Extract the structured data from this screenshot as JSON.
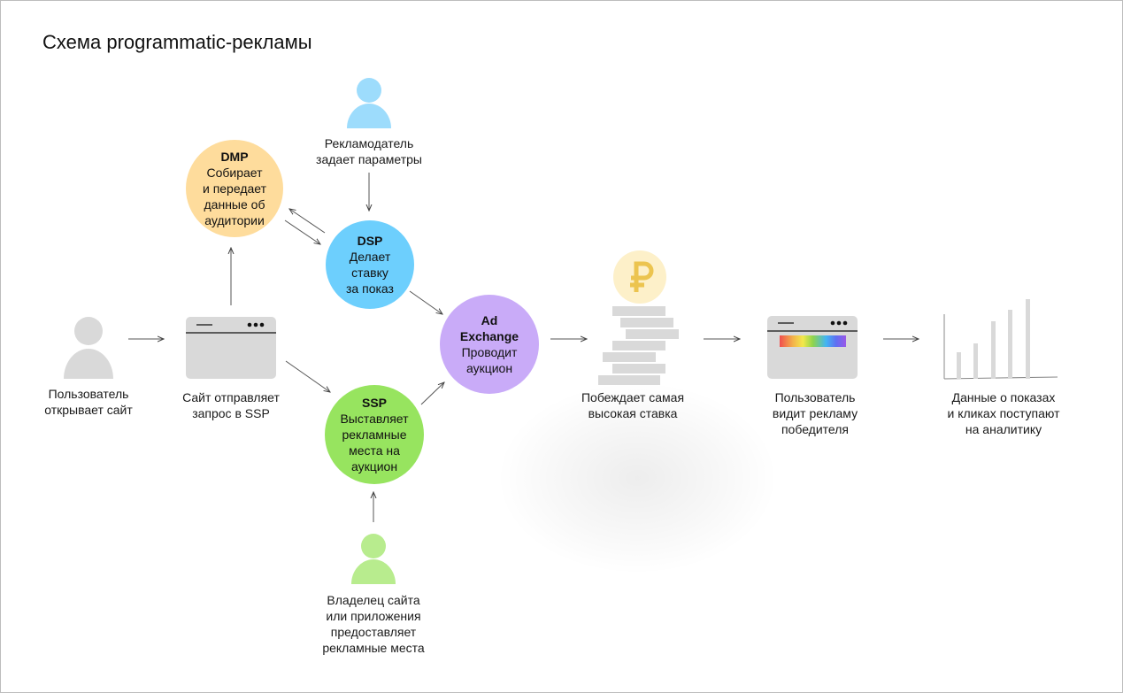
{
  "title": "Схема programmatic-рекламы",
  "nodes": {
    "advertiser": {
      "label_1": "Рекламодатель",
      "label_2": "задает параметры"
    },
    "dmp": {
      "name": "DMP",
      "line_1": "Собирает",
      "line_2": "и передает",
      "line_3": "данные об",
      "line_4": "аудитории"
    },
    "dsp": {
      "name": "DSP",
      "line_1": "Делает",
      "line_2": "ставку",
      "line_3": "за показ"
    },
    "ad_exchange": {
      "name_1": "Ad",
      "name_2": "Exchange",
      "line_1": "Проводит",
      "line_2": "аукцион"
    },
    "ssp": {
      "name": "SSP",
      "line_1": "Выставляет",
      "line_2": "рекламные",
      "line_3": "места на",
      "line_4": "аукцион"
    },
    "site_owner": {
      "label_1": "Владелец сайта",
      "label_2": "или приложения",
      "label_3": "предоставляет",
      "label_4": "рекламные места"
    },
    "user": {
      "label_1": "Пользователь",
      "label_2": "открывает сайт"
    },
    "site": {
      "label_1": "Сайт отправляет",
      "label_2": "запрос в SSP"
    },
    "winner_bid": {
      "label_1": "Побеждает самая",
      "label_2": "высокая ставка"
    },
    "user_sees_ad": {
      "label_1": "Пользователь",
      "label_2": "видит рекламу",
      "label_3": "победителя"
    },
    "analytics": {
      "label_1": "Данные о показах",
      "label_2": "и кликах поступают",
      "label_3": "на аналитику"
    }
  },
  "colors": {
    "dmp": "#fedc9c",
    "dsp": "#6dcffd",
    "ad_exchange": "#c9abf8",
    "ssp": "#97e45f",
    "advertiser": "#9ddcfc",
    "site_owner": "#b8ec8e",
    "gray": "#d9d9d9",
    "coin": "#fdf0c9",
    "ruble": "#ecc44f"
  }
}
